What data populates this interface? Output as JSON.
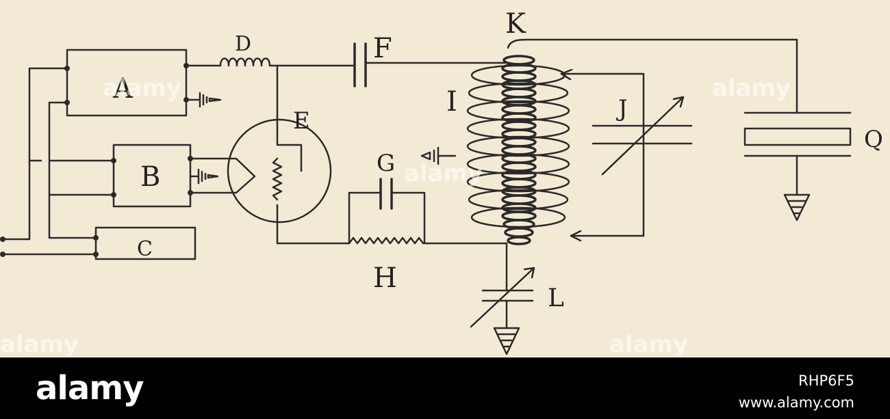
{
  "diagram": {
    "labels": {
      "A": "A",
      "B": "B",
      "C": "C",
      "D": "D",
      "E": "E",
      "F": "F",
      "G": "G",
      "H": "H",
      "I": "I",
      "J": "J",
      "K": "K",
      "L": "L",
      "Q": "Q"
    }
  },
  "watermark": {
    "text": "alamy"
  },
  "footer": {
    "logo": "alamy",
    "image_id": "RHP6F5",
    "site": "www.alamy.com"
  },
  "colors": {
    "paper": "#f3ead6",
    "ink": "#2a2a2a",
    "footer": "#000000"
  }
}
